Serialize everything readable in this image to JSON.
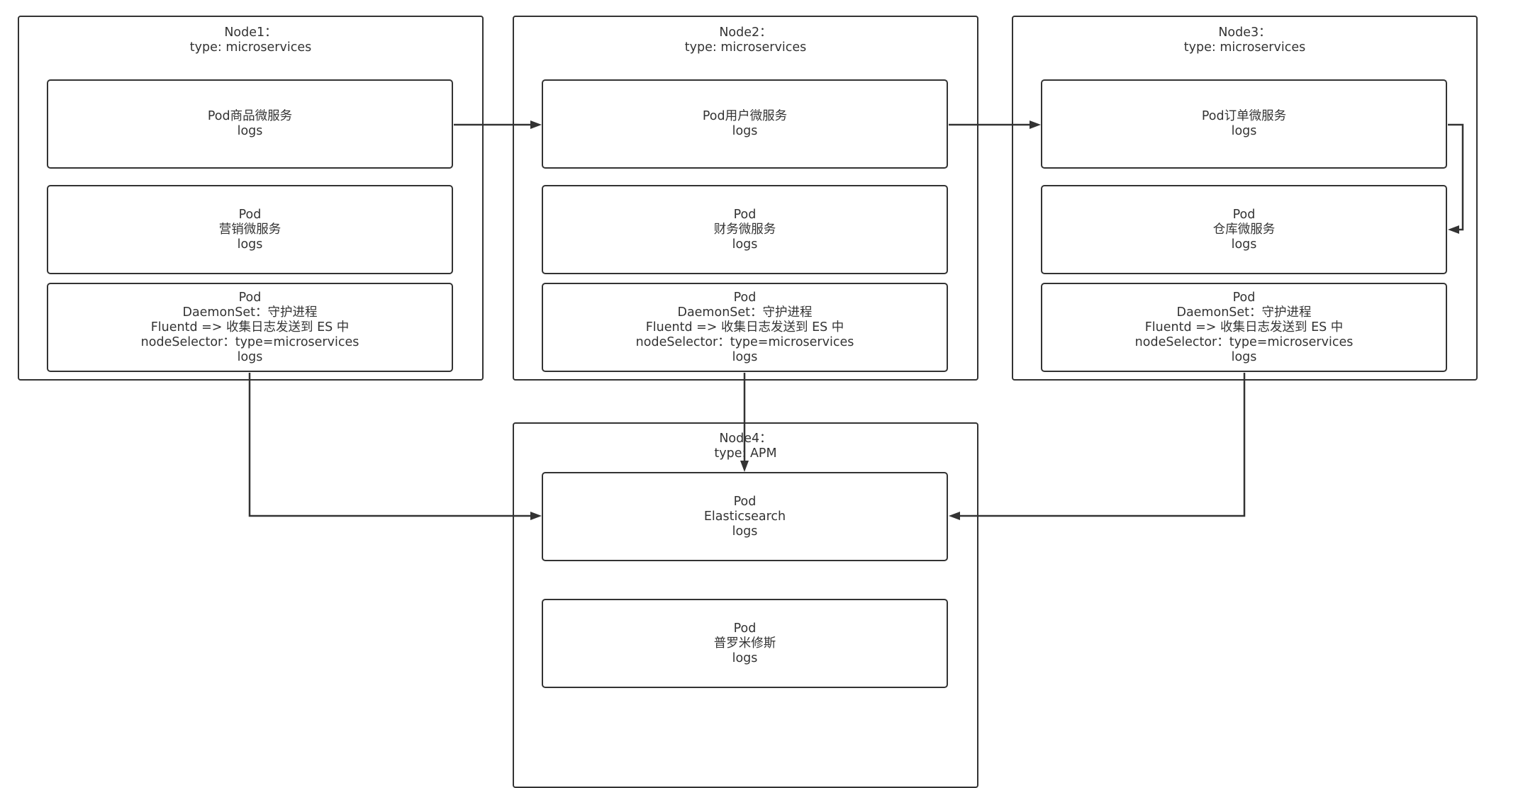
{
  "nodes": [
    {
      "id": "node1",
      "title_lines": [
        "Node1：",
        "type: microservices"
      ],
      "pods": [
        {
          "id": "n1p1",
          "lines": [
            "Pod商品微服务",
            "logs"
          ]
        },
        {
          "id": "n1p2",
          "lines": [
            "Pod",
            "营销微服务",
            "logs"
          ]
        },
        {
          "id": "n1p3",
          "lines": [
            "Pod",
            "DaemonSet：守护进程",
            "Fluentd => 收集日志发送到 ES 中",
            "nodeSelector：type=microservices",
            "logs"
          ]
        }
      ]
    },
    {
      "id": "node2",
      "title_lines": [
        "Node2：",
        "type: microservices"
      ],
      "pods": [
        {
          "id": "n2p1",
          "lines": [
            "Pod用户微服务",
            "logs"
          ]
        },
        {
          "id": "n2p2",
          "lines": [
            "Pod",
            "财务微服务",
            "logs"
          ]
        },
        {
          "id": "n2p3",
          "lines": [
            "Pod",
            "DaemonSet：守护进程",
            "Fluentd => 收集日志发送到 ES 中",
            "nodeSelector：type=microservices",
            "logs"
          ]
        }
      ]
    },
    {
      "id": "node3",
      "title_lines": [
        "Node3：",
        "type: microservices"
      ],
      "pods": [
        {
          "id": "n3p1",
          "lines": [
            "Pod订单微服务",
            "logs"
          ]
        },
        {
          "id": "n3p2",
          "lines": [
            "Pod",
            "仓库微服务",
            "logs"
          ]
        },
        {
          "id": "n3p3",
          "lines": [
            "Pod",
            "DaemonSet：守护进程",
            "Fluentd => 收集日志发送到 ES 中",
            "nodeSelector：type=microservices",
            "logs"
          ]
        }
      ]
    },
    {
      "id": "node4",
      "title_lines": [
        "Node4：",
        "type: APM"
      ],
      "pods": [
        {
          "id": "n4p1",
          "lines": [
            "Pod",
            "Elasticsearch",
            "logs"
          ]
        },
        {
          "id": "n4p2",
          "lines": [
            "Pod",
            "普罗米修斯",
            "logs"
          ]
        }
      ]
    }
  ],
  "edges": [
    {
      "from": "n1p1",
      "to": "n2p1"
    },
    {
      "from": "n2p1",
      "to": "n3p1"
    },
    {
      "from": "n3p1",
      "to": "n3p2"
    },
    {
      "from": "n1p3",
      "to": "n4p1"
    },
    {
      "from": "n2p3",
      "to": "n4p1"
    },
    {
      "from": "n3p3",
      "to": "n4p1"
    }
  ],
  "colors": {
    "stroke": "#333333",
    "text": "#333333",
    "background": "#ffffff"
  }
}
